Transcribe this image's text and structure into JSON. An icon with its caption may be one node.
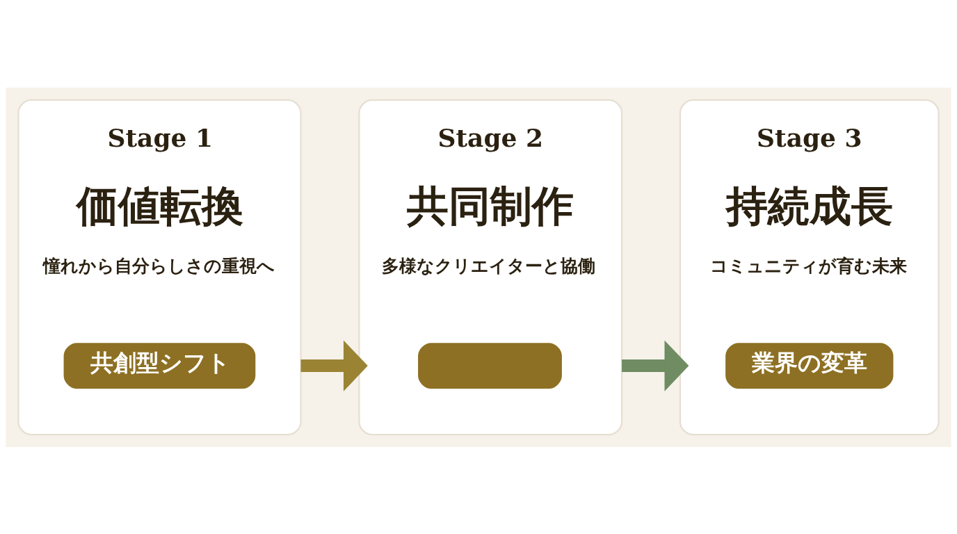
{
  "diagram": {
    "nodes": [
      {
        "text": [
          "Stage 1",
          "価値転換",
          "憧れから自分らしさの重視へ"
        ]
      },
      {
        "text": [
          "共創型シフト"
        ],
        "in": 0
      },
      {
        "text": [
          "Stage 2",
          "共同制作",
          "多様なクリエイターと協働"
        ]
      },
      {
        "text": [],
        "shape": "box",
        "in": 2
      },
      {
        "text": [
          "Stage 3",
          "持続成長",
          "コミュニティが育む未来"
        ]
      },
      {
        "text": [
          "業界の変革"
        ],
        "in": 4
      }
    ],
    "edges": [
      {
        "from": 0,
        "to": 2,
        "arrow": "to",
        "color": "#9a8434"
      },
      {
        "from": 2,
        "to": 4,
        "arrow": "to",
        "color": "#6f8c62"
      }
    ]
  }
}
